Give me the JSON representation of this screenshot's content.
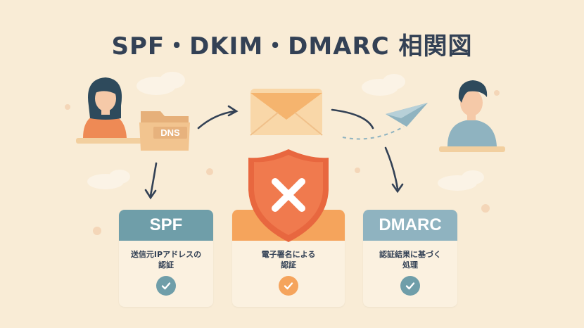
{
  "title": "SPF・DKIM・DMARC 相関図",
  "dns_label": "DNS",
  "cards": [
    {
      "id": "spf",
      "label": "SPF",
      "desc": "送信元IPアドレスの\n認証",
      "color": "#6f9ea9",
      "check_color": "#6f9ea9"
    },
    {
      "id": "dkim",
      "label": "",
      "desc": "電子署名による\n認証",
      "color": "#f5a45c",
      "check_color": "#f5a45c"
    },
    {
      "id": "dmarc",
      "label": "DMARC",
      "desc": "認証結果に基づく\n処理",
      "color": "#8fb3c0",
      "check_color": "#6f9ea9"
    }
  ],
  "icons": {
    "sender": "sender-person-icon",
    "receiver": "receiver-person-icon",
    "folder": "dns-folder-icon",
    "envelope": "envelope-icon",
    "plane": "paper-plane-icon",
    "shield": "shield-x-icon",
    "check": "check-icon"
  }
}
